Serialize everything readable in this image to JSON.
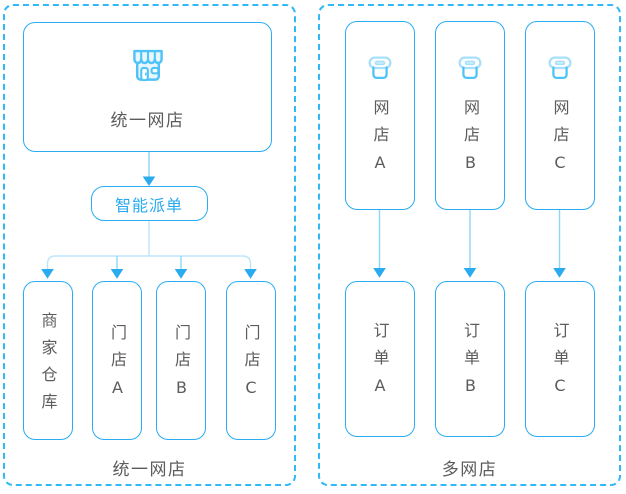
{
  "colors": {
    "panel_dash_border": "#30b9f4",
    "box_border": "#2aacf2",
    "connector_line": "#8fd5f8",
    "connector_line_light": "#bde5fa",
    "arrowhead": "#2aabf0",
    "text_gray": "#5c5c5c",
    "text_blue": "#29a9f0",
    "icon_stroke": "#4fc3f7",
    "icon_stroke_light": "#a6e0fa",
    "icon_fill": "#e8f7fe"
  },
  "left_panel": {
    "source_box": {
      "icon": "storefront-icon",
      "label": "统一网店"
    },
    "dispatch_box": {
      "label": "智能派单"
    },
    "target_boxes": [
      {
        "label": "商家仓库"
      },
      {
        "label": "门店A"
      },
      {
        "label": "门店B"
      },
      {
        "label": "门店C"
      }
    ],
    "caption": "统一网店"
  },
  "right_panel": {
    "store_boxes": [
      {
        "icon": "shop-icon",
        "label": "网店A"
      },
      {
        "icon": "shop-icon",
        "label": "网店B"
      },
      {
        "icon": "shop-icon",
        "label": "网店C"
      }
    ],
    "order_boxes": [
      {
        "label": "订单A"
      },
      {
        "label": "订单B"
      },
      {
        "label": "订单C"
      }
    ],
    "caption": "多网店"
  }
}
